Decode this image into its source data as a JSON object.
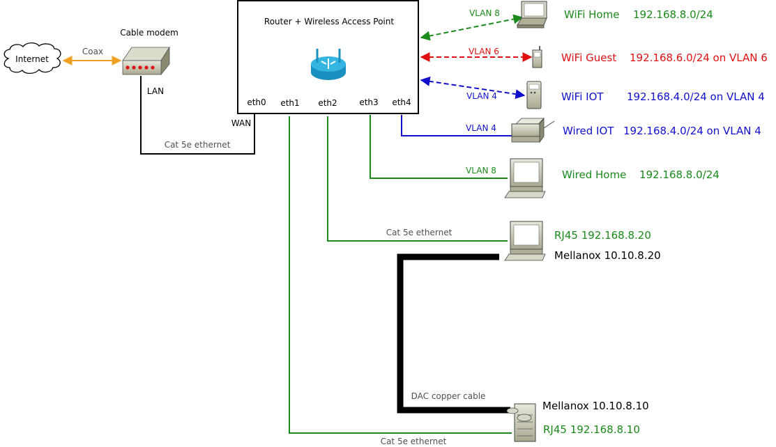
{
  "colors": {
    "home": "#1a8a1a",
    "guest": "#e01010",
    "iot": "#1010cc",
    "coax": "#f0a020",
    "wire": "#000000",
    "router_icon": "#1aa0d0",
    "gray_label": "#505050"
  },
  "internet": {
    "label": "Internet",
    "icon": "cloud-icon"
  },
  "coax": {
    "label": "Coax"
  },
  "modem": {
    "title": "Cable modem",
    "lan_label": "LAN",
    "icon": "modem-icon"
  },
  "wan": {
    "label": "WAN"
  },
  "uplink": {
    "label": "Cat 5e ethernet"
  },
  "router": {
    "title": "Router + Wireless Access Point",
    "icon": "wireless-router-icon",
    "ports": [
      "eth0",
      "eth1",
      "eth2",
      "eth3",
      "eth4"
    ]
  },
  "wifi_home": {
    "vlan": "VLAN 8",
    "name": "WiFi Home",
    "subnet": "192.168.8.0/24",
    "icon": "laptop-icon"
  },
  "wifi_guest": {
    "vlan": "VLAN 6",
    "name": "WiFi Guest",
    "subnet": "192.168.6.0/24 on VLAN 6",
    "icon": "phone-icon"
  },
  "wifi_iot": {
    "vlan": "VLAN 4",
    "name": "WiFi IOT",
    "subnet": "192.168.4.0/24 on VLAN 4",
    "icon": "iot-device-icon"
  },
  "wired_iot": {
    "vlan": "VLAN 4",
    "name": "Wired IOT",
    "subnet": "192.168.4.0/24 on VLAN 4",
    "icon": "printer-icon"
  },
  "wired_home": {
    "vlan": "VLAN 8",
    "name": "Wired Home",
    "subnet": "192.168.8.0/24",
    "icon": "desktop-icon"
  },
  "eth2_link": {
    "label": "Cat 5e ethernet"
  },
  "workstation": {
    "rj45": "RJ45 192.168.8.20",
    "mellanox": "Mellanox 10.10.8.20",
    "icon": "desktop-icon"
  },
  "dac": {
    "label": "DAC copper cable"
  },
  "server": {
    "mellanox": "Mellanox 10.10.8.10",
    "rj45": "RJ45 192.168.8.10",
    "icon": "server-icon"
  },
  "eth1_link": {
    "label": "Cat 5e ethernet"
  }
}
